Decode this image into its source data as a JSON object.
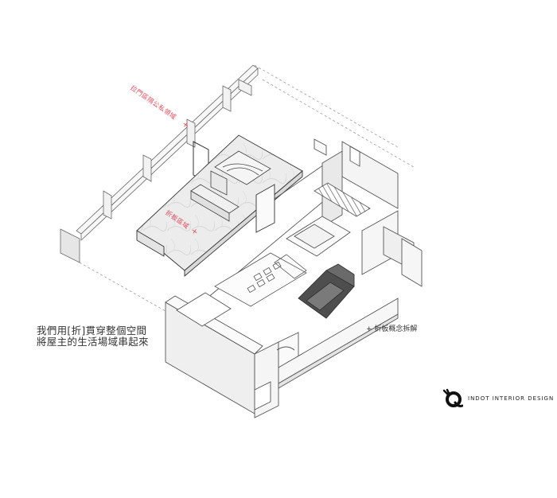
{
  "diagram": {
    "type": "isometric-floor-plan",
    "labels": {
      "sliding_door": "拉門區隔公私領域",
      "sliding_door_marker": "+",
      "folded_panel_area": "折板區域",
      "folded_panel_marker": "+"
    },
    "caption": {
      "line1": "我們用[折]貫穿整個空間",
      "line2": "將屋主的生活場域串起來"
    },
    "note": "+ 折板概念拆解",
    "brand": {
      "name": "INDOT INTERIOR DESIGN"
    },
    "colors": {
      "label_red": "#e04a5a",
      "line": "#555555",
      "wall_fill": "#f2f2f2",
      "marble": "#e9e9e9",
      "dark_room": "#555555"
    }
  }
}
